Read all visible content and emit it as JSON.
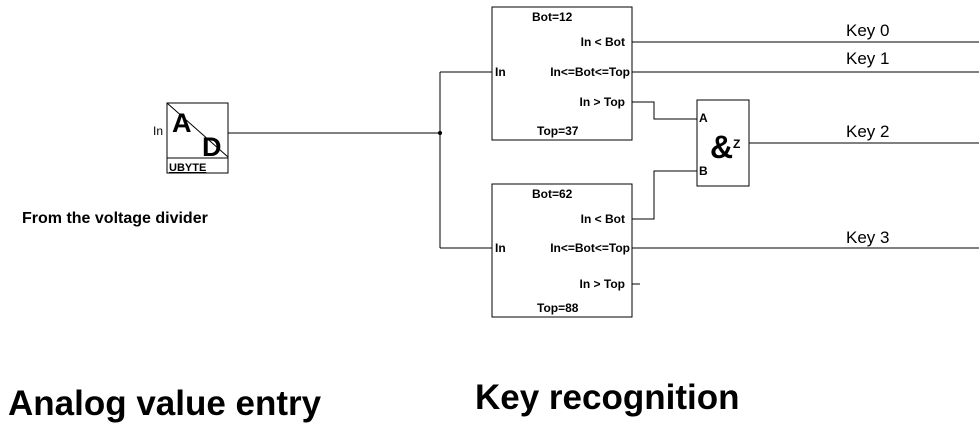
{
  "ad_converter": {
    "input_label": "In",
    "top_letter": "A",
    "bottom_letter": "D",
    "type_label": "UBYTE",
    "note": "From the voltage divider"
  },
  "window_upper": {
    "bot_label": "Bot=12",
    "out_lt": "In < Bot",
    "input_label": "In",
    "out_between": "In<=Bot<=Top",
    "out_gt": "In > Top",
    "top_label": "Top=37"
  },
  "window_lower": {
    "bot_label": "Bot=62",
    "out_lt": "In < Bot",
    "input_label": "In",
    "out_between": "In<=Bot<=Top",
    "out_gt": "In > Top",
    "top_label": "Top=88"
  },
  "and_gate": {
    "symbol": "&",
    "pin_a": "A",
    "pin_b": "B",
    "pin_z": "Z"
  },
  "keys": {
    "key0": "Key 0",
    "key1": "Key 1",
    "key2": "Key 2",
    "key3": "Key 3"
  },
  "section_titles": {
    "analog": "Analog value entry",
    "recognition": "Key recognition"
  }
}
